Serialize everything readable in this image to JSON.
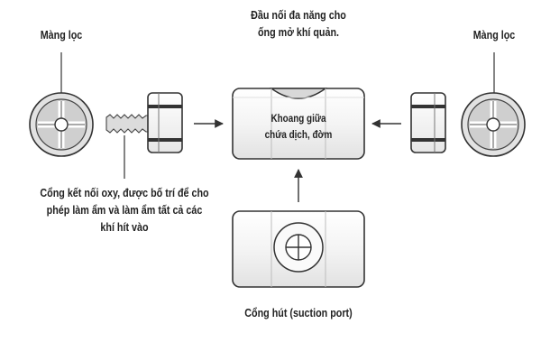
{
  "diagram": {
    "labels": {
      "filter_left": "Màng lọc",
      "filter_right": "Màng lọc",
      "connector_top": [
        "Đầu nối đa năng cho",
        "ống mở khí quản."
      ],
      "chamber": [
        "Khoang giữa",
        "chứa dịch, đờm"
      ],
      "oxygen_port": [
        "Cổng kết nối oxy, được bố trí để cho",
        "phép làm ẩm và làm ẩm tất cả các",
        "khí hít vào"
      ],
      "suction_port": "Cổng hút (suction port)"
    },
    "colors": {
      "outline": "#3a3a3a",
      "filter_fill": "#d6d6d6",
      "body_fill": "#f3f3f3",
      "text": "#222222"
    },
    "icons": [
      "filter-disc-icon",
      "cap-icon",
      "arrow-icon",
      "suction-port-icon"
    ]
  }
}
